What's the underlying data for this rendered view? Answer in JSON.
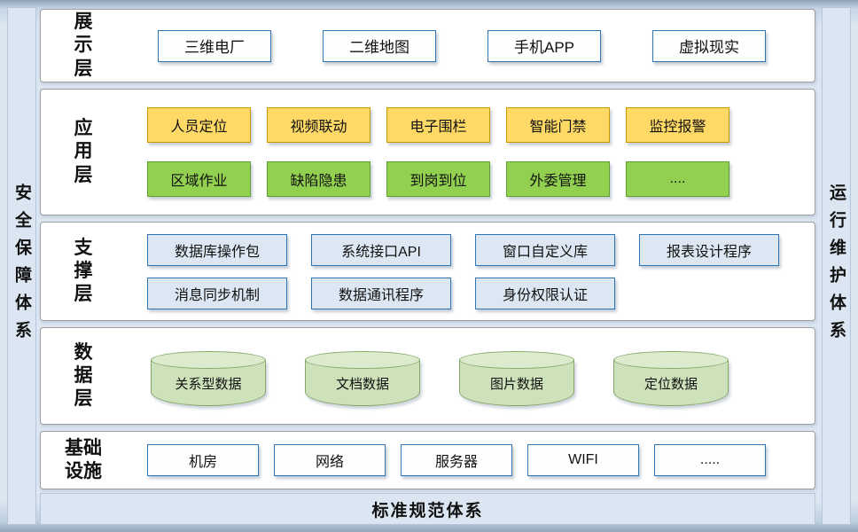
{
  "pillars": {
    "left": "安全保障体系",
    "right": "运行维护体系",
    "bottom": "标准规范体系"
  },
  "layers": [
    {
      "label": "展\n示\n层",
      "rows": [
        {
          "style": "white",
          "items": [
            "三维电厂",
            "二维地图",
            "手机APP",
            "虚拟现实"
          ]
        }
      ]
    },
    {
      "label": "应\n用\n层",
      "rows": [
        {
          "style": "yellow",
          "items": [
            "人员定位",
            "视频联动",
            "电子围栏",
            "智能门禁",
            "监控报警"
          ]
        },
        {
          "style": "green",
          "items": [
            "区域作业",
            "缺陷隐患",
            "到岗到位",
            "外委管理",
            "...."
          ]
        }
      ]
    },
    {
      "label": "支\n撑\n层",
      "rows": [
        {
          "style": "ltblue",
          "items": [
            "数据库操作包",
            "系统接口API",
            "窗口自定义库",
            "报表设计程序"
          ]
        },
        {
          "style": "ltblue",
          "items": [
            "消息同步机制",
            "数据通讯程序",
            "身份权限认证"
          ]
        }
      ]
    },
    {
      "label": "数\n据\n层",
      "rows": [
        {
          "style": "cylinder",
          "items": [
            "关系型数据",
            "文档数据",
            "图片数据",
            "定位数据"
          ]
        }
      ]
    },
    {
      "label": "基础\n设施",
      "rows": [
        {
          "style": "white",
          "items": [
            "机房",
            "网络",
            "服务器",
            "WIFI",
            "....."
          ]
        }
      ]
    }
  ],
  "colors": {
    "accent_blue": "#2E75B6",
    "app_yellow": "#FFD966",
    "app_green": "#92D050",
    "cylinder_green": "#C6E0B4",
    "pillar_bg": "#DBE6F2",
    "panel_bg": "#FFFFFF"
  }
}
